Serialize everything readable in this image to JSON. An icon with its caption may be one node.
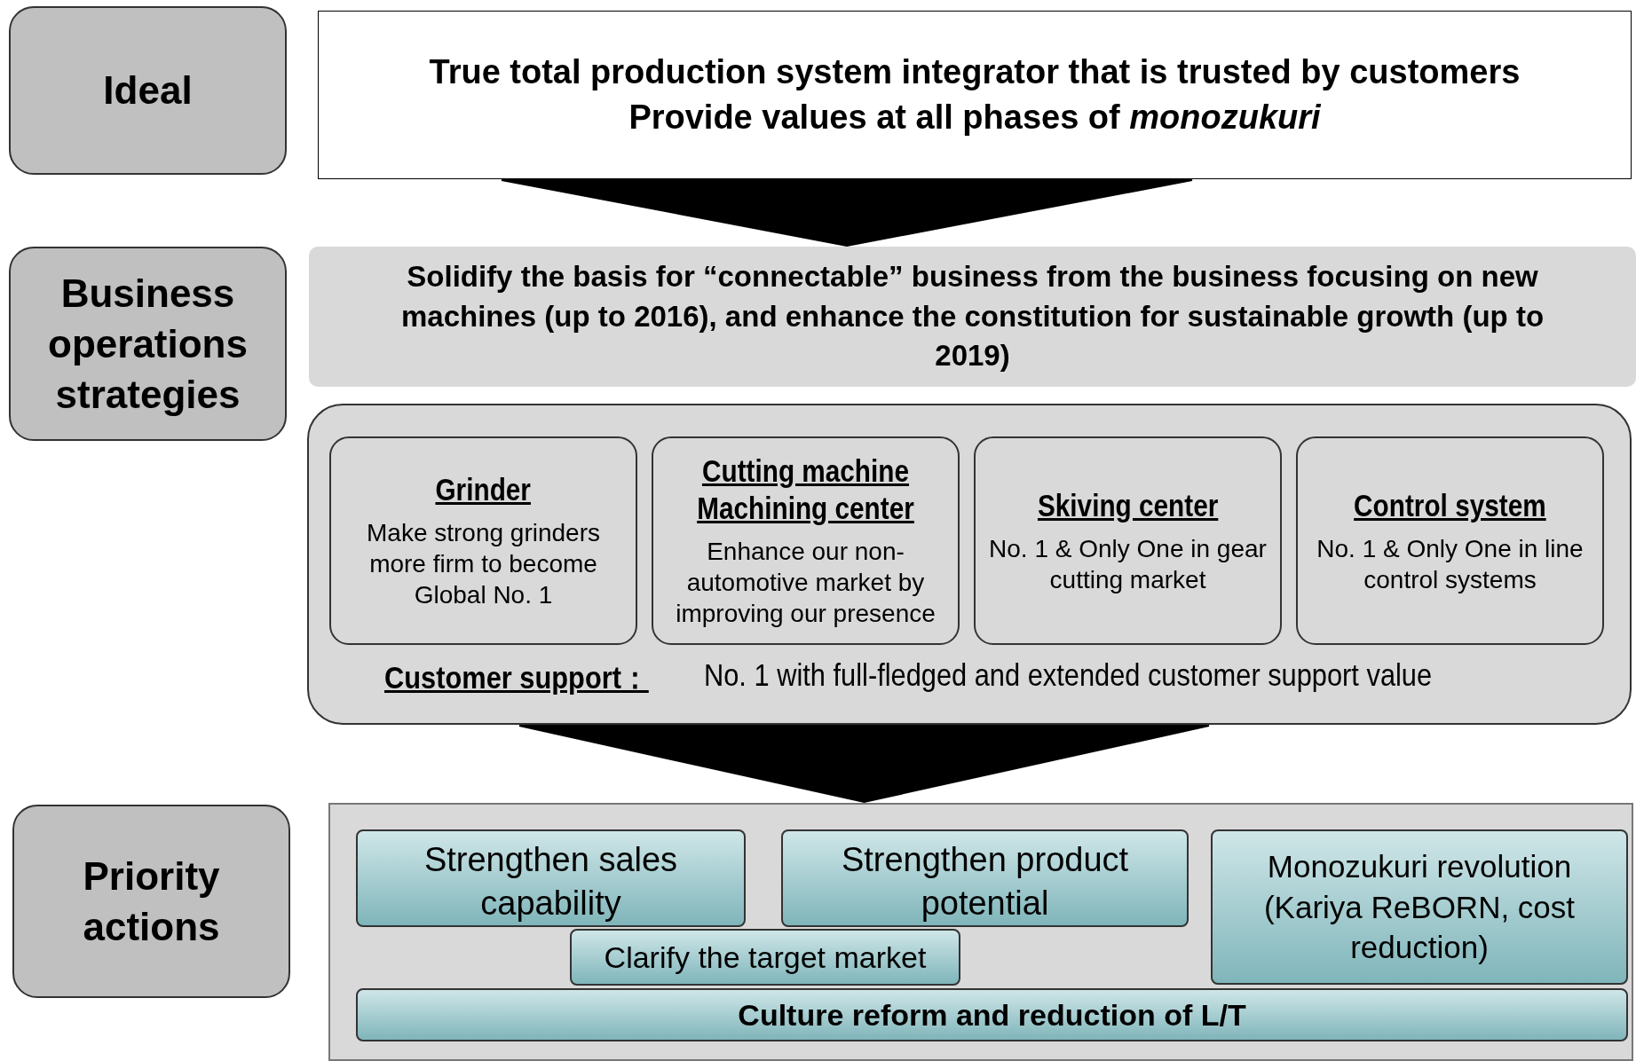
{
  "diagram": {
    "nodes": [
      {
        "text": [
          "Ideal"
        ]
      },
      {
        "text": [
          "True total production system integrator that is trusted by customers",
          "Provide values at all phases of *monozukuri*"
        ]
      },
      {
        "text": [
          "Business operations strategies"
        ]
      },
      {
        "text": [
          "Solidify the basis for “connectable” business from the business focusing on new machines (up to 2016), and enhance the constitution for sustainable growth (up to 2019)"
        ]
      },
      {
        "text": [
          "Customer support：",
          "No. 1 with full-fledged and extended customer support value"
        ]
      },
      {
        "text": [
          "Grinder",
          "Make strong grinders more firm to become Global No. 1"
        ],
        "in": 4
      },
      {
        "text": [
          "Cutting machine Machining center",
          "Enhance our non-automotive market by improving our presence"
        ],
        "in": 4
      },
      {
        "text": [
          "Skiving center",
          "No. 1 & Only One in gear cutting market"
        ],
        "in": 4
      },
      {
        "text": [
          "Control system",
          "No. 1 & Only One in line control systems"
        ],
        "in": 4
      },
      {
        "text": [
          "Priority actions"
        ]
      },
      {
        "text": [],
        "shape": "box"
      },
      {
        "text": [
          "Strengthen sales capability"
        ],
        "in": 10
      },
      {
        "text": [
          "Strengthen product potential"
        ],
        "in": 10
      },
      {
        "text": [
          "Monozukuri revolution (Kariya ReBORN, cost reduction)"
        ],
        "in": 10
      },
      {
        "text": [
          "Clarify the target market"
        ],
        "in": 10
      },
      {
        "text": [
          "Culture reform and reduction of L/T"
        ],
        "in": 10
      }
    ],
    "edges": [
      {
        "from": 1,
        "to": 3,
        "arrow": "to"
      },
      {
        "from": 4,
        "to": 10,
        "arrow": "to"
      }
    ]
  }
}
